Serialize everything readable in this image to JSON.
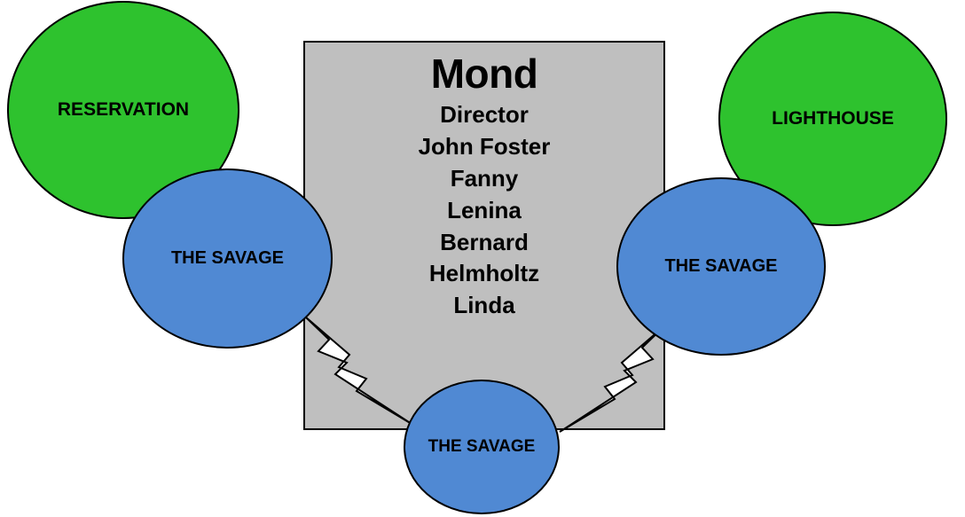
{
  "diagram": {
    "title": "Brave New World character and setting relationship diagram",
    "colors": {
      "green": "#2ec22e",
      "blue": "#5089d3",
      "gray": "#bfbfbf",
      "outline": "#000000",
      "arrow_fill": "#ffffff"
    },
    "panel": {
      "title": "Mond",
      "names": [
        "Director",
        "John Foster",
        "Fanny",
        "Lenina",
        "Bernard",
        "Helmholtz",
        "Linda"
      ]
    },
    "nodes": {
      "reservation": "RESERVATION",
      "lighthouse": "LIGHTHOUSE",
      "savage_left": "THE SAVAGE",
      "savage_right": "THE SAVAGE",
      "savage_bottom": "THE SAVAGE"
    },
    "arrows": [
      {
        "name": "arrow-left-to-bottom",
        "from": "savage_left",
        "to": "savage_bottom",
        "style": "striped-notched-arrow"
      },
      {
        "name": "arrow-right-to-bottom",
        "from": "savage_right",
        "to": "savage_bottom",
        "style": "striped-notched-arrow"
      }
    ]
  }
}
